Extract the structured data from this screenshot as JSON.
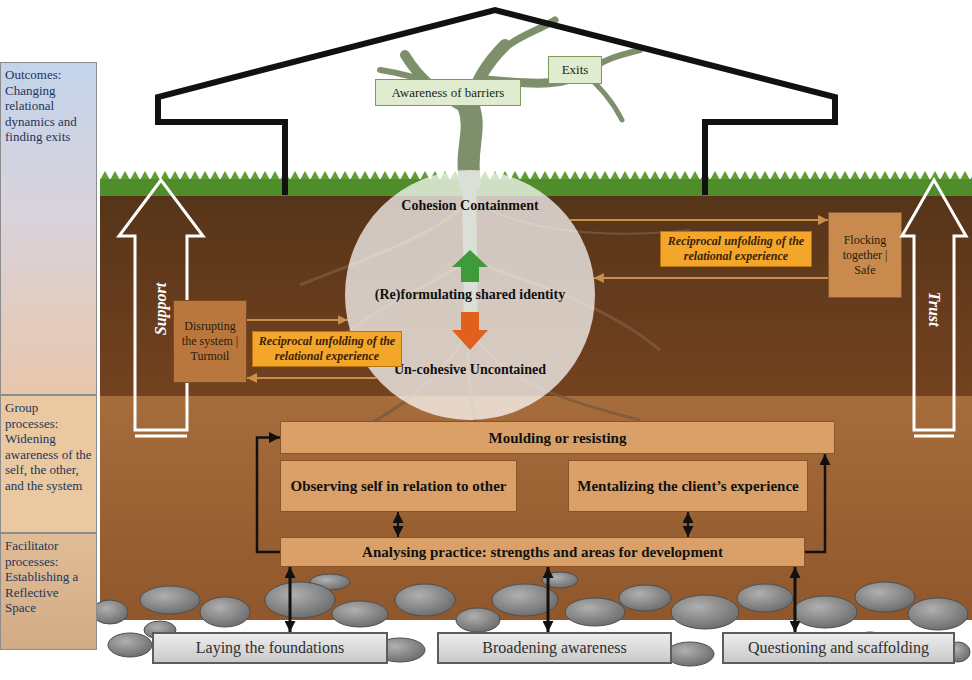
{
  "diagram": {
    "nodes": [
      {
        "text": [
          "Outcomes: Changing relational dynamics and finding exits"
        ]
      },
      {
        "text": [
          "Exits"
        ]
      },
      {
        "text": [
          "Awareness of barriers"
        ]
      },
      {
        "text": [
          "Cohesion Containment",
          "(Re)formulating shared identity",
          "Un-cohesive Uncontained"
        ]
      },
      {
        "text": [
          "Flocking together | Safe"
        ]
      },
      {
        "text": [
          "Support"
        ]
      },
      {
        "text": [
          "Trust"
        ]
      },
      {
        "text": [
          "Disrupting the system | Turmoil"
        ]
      },
      {
        "text": [
          "Group processes: Widening awareness of the self, the other, and the system"
        ]
      },
      {
        "text": [
          "Moulding or resisting"
        ]
      },
      {
        "text": [
          "Observing self in relation to other"
        ]
      },
      {
        "text": [
          "Mentalizing the client’s experience"
        ]
      },
      {
        "text": [
          "Analysing practice: strengths and areas for development"
        ]
      },
      {
        "text": [
          "Facilitator processes: Establishing a Reflective Space"
        ]
      },
      {
        "text": [
          "Laying the foundations"
        ]
      },
      {
        "text": [
          "Broadening awareness"
        ]
      },
      {
        "text": [
          "Questioning and scaffolding"
        ]
      }
    ],
    "edges": [
      {
        "from": 7,
        "to": 3,
        "arrow": "both",
        "label": "Reciprocal unfolding of the relational experience"
      },
      {
        "from": 3,
        "to": 4,
        "arrow": "both",
        "label": "Reciprocal unfolding of the relational experience"
      },
      {
        "from": 10,
        "to": 12,
        "arrow": "both"
      },
      {
        "from": 11,
        "to": 12,
        "arrow": "both"
      },
      {
        "from": 12,
        "to": 9,
        "arrow": "to"
      },
      {
        "from": 12,
        "to": 9,
        "arrow": "to"
      },
      {
        "from": 14,
        "to": 12,
        "arrow": "both"
      },
      {
        "from": 15,
        "to": 12,
        "arrow": "both"
      },
      {
        "from": 16,
        "to": 12,
        "arrow": "both"
      }
    ]
  }
}
